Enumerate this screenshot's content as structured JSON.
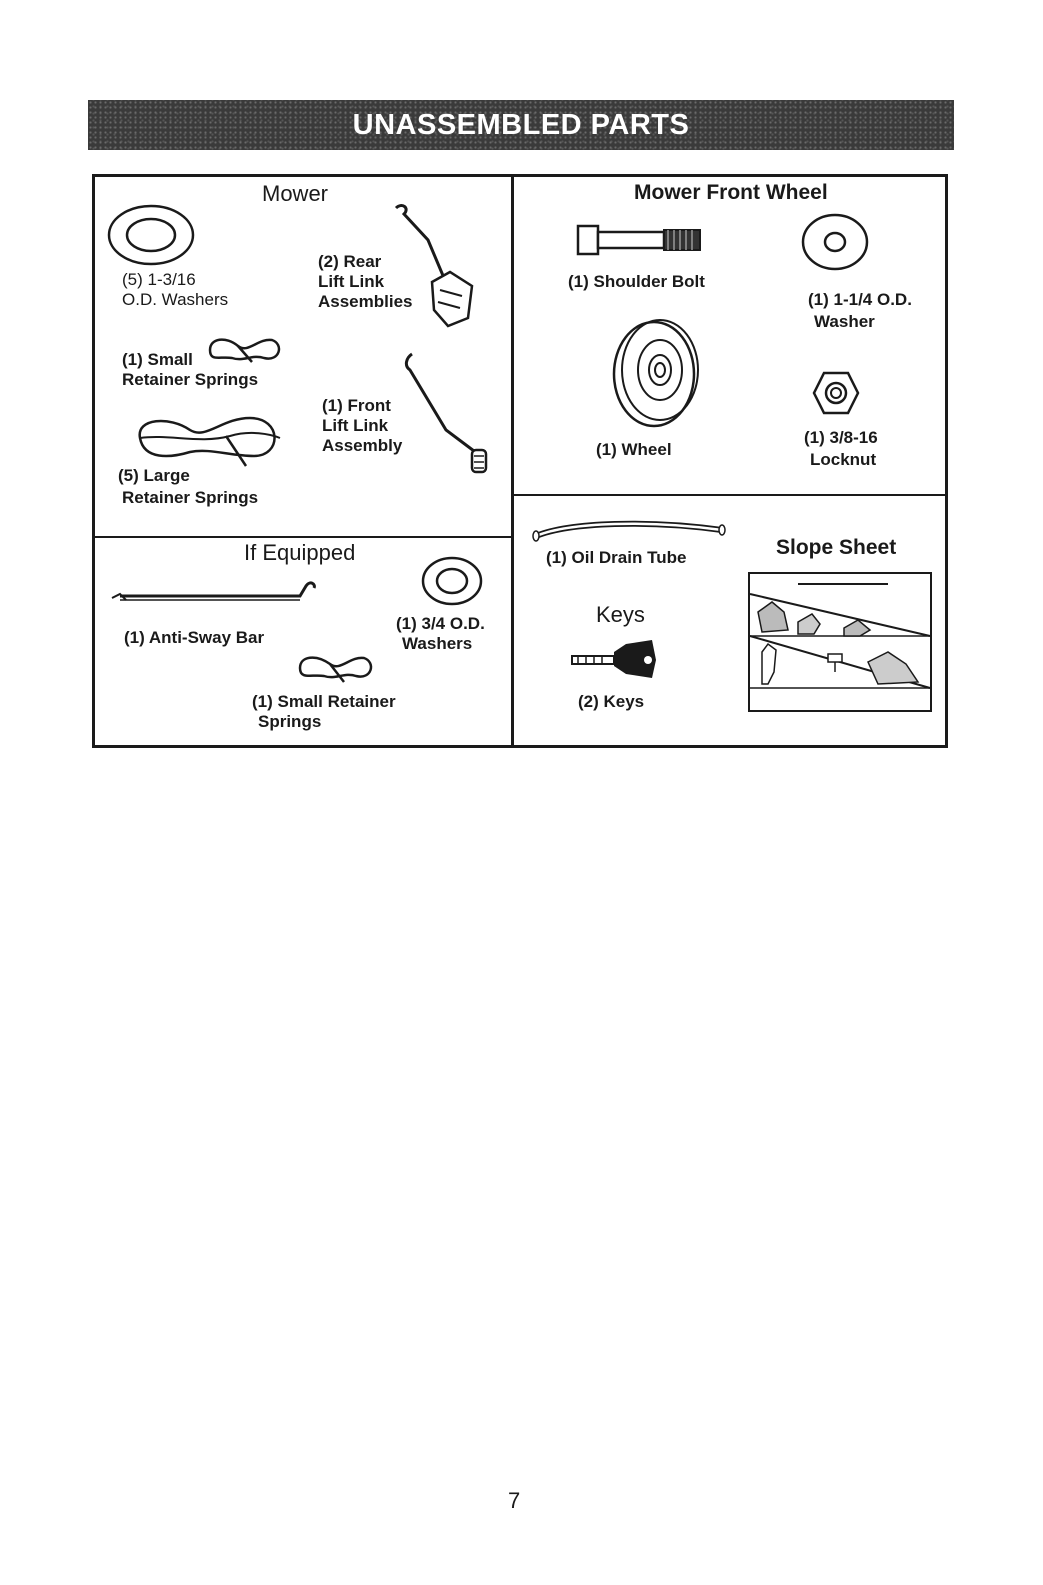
{
  "banner": {
    "title": "UNASSEMBLED PARTS"
  },
  "mower": {
    "title": "Mower",
    "washers": [
      "(5) 1-3/16",
      "O.D. Washers"
    ],
    "rear_link": [
      "(2) Rear",
      "Lift Link",
      "Assemblies"
    ],
    "small_spring": [
      "(1) Small",
      "Retainer Springs"
    ],
    "front_link": [
      "(1) Front",
      "Lift Link",
      "Assembly"
    ],
    "large_spring": [
      "(5) Large",
      "Retainer Springs"
    ]
  },
  "if_equipped": {
    "title": "If Equipped",
    "anti_sway": "(1) Anti-Sway Bar",
    "washers": [
      "(1) 3/4 O.D.",
      "Washers"
    ],
    "small_spring": [
      "(1) Small Retainer",
      "Springs"
    ]
  },
  "front_wheel": {
    "title": "Mower Front Wheel",
    "shoulder_bolt": "(1) Shoulder Bolt",
    "washer": [
      "(1) 1-1/4 O.D.",
      "Washer"
    ],
    "wheel": "(1) Wheel",
    "locknut": [
      "(1) 3/8-16",
      "Locknut"
    ]
  },
  "misc": {
    "oil_drain": "(1) Oil Drain Tube",
    "keys_title": "Keys",
    "keys": "(2) Keys",
    "slope_title": "Slope Sheet"
  },
  "page_number": "7"
}
